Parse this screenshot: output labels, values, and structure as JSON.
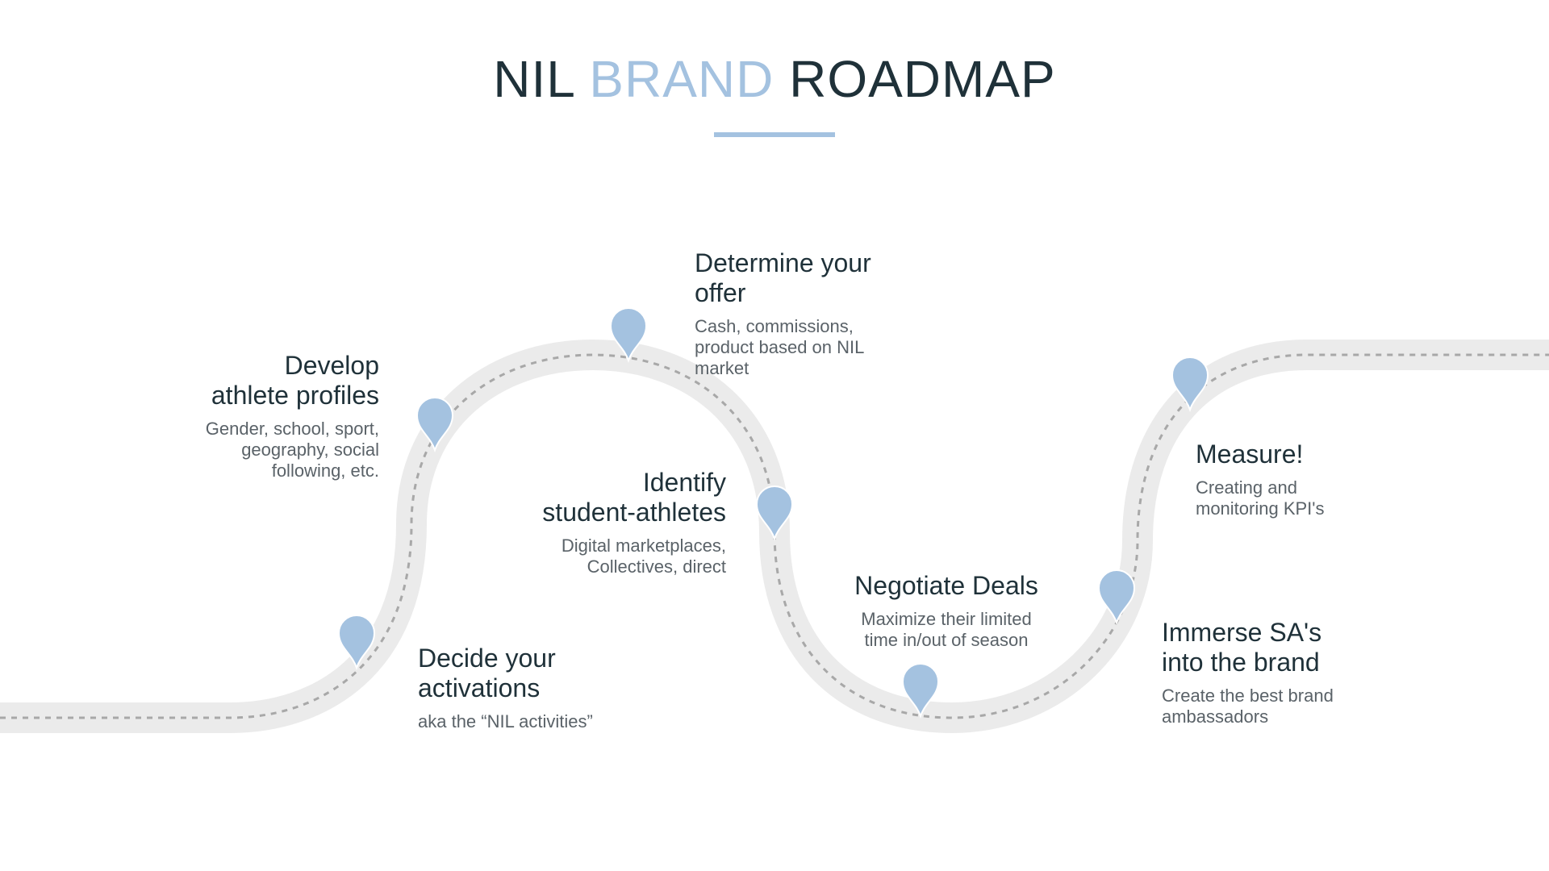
{
  "title": {
    "part1": "NIL",
    "part2": "BRAND",
    "part3": "ROADMAP"
  },
  "colors": {
    "accent": "#a4c2e0",
    "text_dark": "#1f3139",
    "text_muted": "#5a6268",
    "road": "#ebebeb",
    "road_dash": "#a8a8a8",
    "pin": "#a4c2e0"
  },
  "steps": [
    {
      "heading_line1": "Develop",
      "heading_line2": "athlete profiles",
      "desc_line1": "Gender, school, sport,",
      "desc_line2": "geography, social",
      "desc_line3": "following, etc."
    },
    {
      "heading_line1": "Decide your",
      "heading_line2": "activations",
      "desc_line1": "aka the “NIL activities”"
    },
    {
      "heading_line1": "Determine your",
      "heading_line2": "offer",
      "desc_line1": "Cash, commissions,",
      "desc_line2": "product based on NIL",
      "desc_line3": "market"
    },
    {
      "heading_line1": "Identify",
      "heading_line2": "student-athletes",
      "desc_line1": "Digital marketplaces,",
      "desc_line2": "Collectives, direct"
    },
    {
      "heading_line1": "Negotiate Deals",
      "desc_line1": "Maximize their limited",
      "desc_line2": "time in/out of season"
    },
    {
      "heading_line1": "Immerse SA's",
      "heading_line2": "into the brand",
      "desc_line1": "Create the best brand",
      "desc_line2": "ambassadors"
    },
    {
      "heading_line1": "Measure!",
      "desc_line1": "Creating and",
      "desc_line2": "monitoring KPI's"
    }
  ]
}
